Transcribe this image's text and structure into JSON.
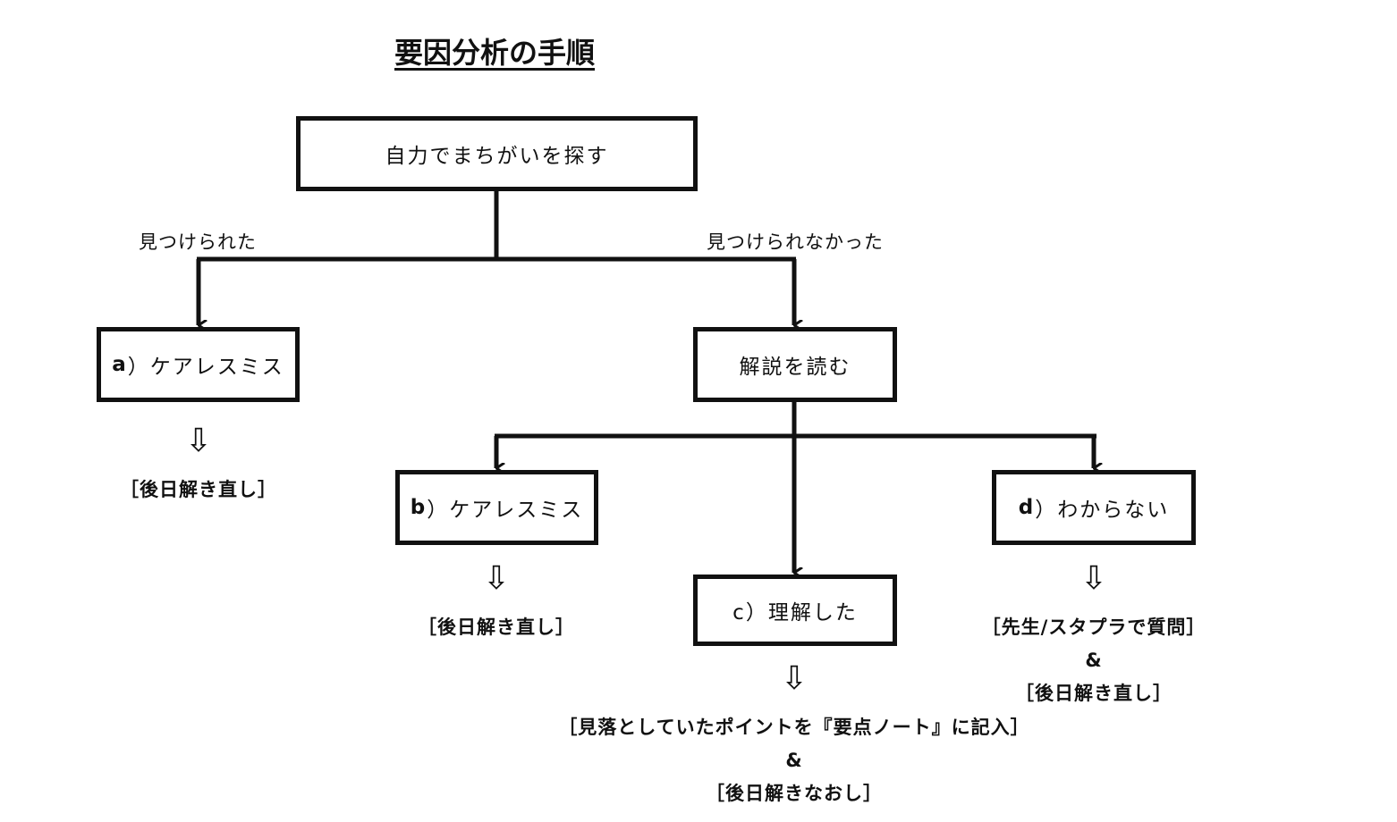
{
  "title": "要因分析の手順",
  "nodes": {
    "root": "自力でまちがいを探す",
    "a_letter": "a",
    "a_text": "）ケアレスミス",
    "read": "解説を読む",
    "b_letter": "b",
    "b_text": "）ケアレスミス",
    "c_text": "c）理解した",
    "d_letter": "d",
    "d_text": "）わからない"
  },
  "branches": {
    "found": "見つけられた",
    "not_found": "見つけられなかった"
  },
  "arrow_glyph": "⇩",
  "results": {
    "a": "［後日解き直し］",
    "b": "［後日解き直し］",
    "c_line1": "［見落としていたポイントを『要点ノート』に記入］",
    "c_amp": "&",
    "c_line2": "［後日解きなおし］",
    "d_line1": "［先生/スタプラで質問］",
    "d_amp": "&",
    "d_line2": "［後日解き直し］"
  }
}
